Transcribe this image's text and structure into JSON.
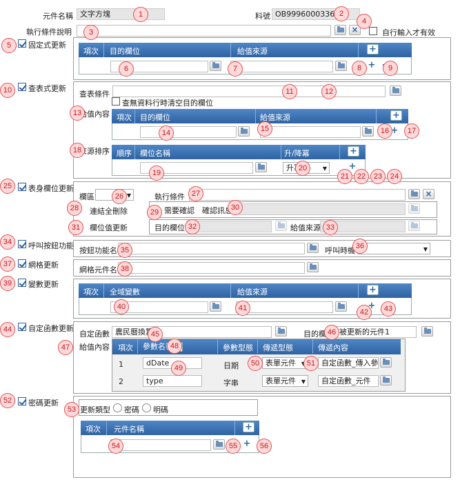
{
  "top": {
    "element_name_label": "元件名稱",
    "element_name_value": "文字方塊",
    "material_no_label": "料號",
    "material_no_value": "OB999600033685",
    "exec_cond_desc_label": "執行條件說明",
    "self_input_label": "自行輸入才有效"
  },
  "fixed_update": {
    "title": "固定式更新",
    "col_index": "項次",
    "col_target": "目的欄位",
    "col_source": "給值來源"
  },
  "lookup_update": {
    "title": "查表式更新",
    "lookup_cond_label": "查表條件",
    "clear_label": "查無資料行時清空目的欄位",
    "assign_content_label": "給值內容",
    "col_index": "項次",
    "col_target": "目的欄位",
    "col_source": "給值來源",
    "source_sort_label": "來源排序",
    "col_order": "順序",
    "col_field_name": "欄位名稱",
    "col_asc_desc": "升/降冪",
    "sort_value": "升冪"
  },
  "body_field_update": {
    "title": "表身欄位更新",
    "region_label": "欄區",
    "exec_cond_label": "執行條件",
    "link_delete_label": "連結全刪除",
    "need_confirm_label": "需要確認",
    "confirm_msg_label": "確認訊息",
    "field_value_update_label": "欄位值更新",
    "target_field_label": "目的欄位",
    "source_label": "給值來源"
  },
  "call_button": {
    "title": "呼叫按鈕功能",
    "button_func_label": "按鈕功能名",
    "call_timing_label": "呼叫時機"
  },
  "grid_update": {
    "title": "網格更新",
    "grid_element_label": "網格元件名"
  },
  "variable_update": {
    "title": "變數更新",
    "col_index": "項次",
    "col_global_var": "全域變數",
    "col_source": "給值來源"
  },
  "custom_function": {
    "title": "自定函數更新",
    "func_label": "自定函數",
    "func_value": "農民曆換算",
    "target_field_label": "目的欄位",
    "target_field_value": "被更新的元件1",
    "assign_content_label": "給值內容",
    "col_index": "項次",
    "col_param_name": "參數名稱",
    "col_param_type": "參數型態",
    "col_pass_type": "傳遞型態",
    "col_pass_content": "傳遞內容",
    "rows": [
      {
        "index": "1",
        "name": "dDate",
        "type": "日期",
        "pass_type": "表單元件",
        "content": "自定函數_傳入參數"
      },
      {
        "index": "2",
        "name": "type",
        "type": "字串",
        "pass_type": "表單元件",
        "content": "自定函數_元件"
      }
    ]
  },
  "password_update": {
    "title": "密碼更新",
    "update_type_label": "更新類型",
    "option_secret": "密碼",
    "option_plain": "明碼",
    "col_index": "項次",
    "col_element_name": "元件名稱"
  },
  "markers": [
    "1",
    "2",
    "3",
    "4",
    "5",
    "6",
    "7",
    "8",
    "9",
    "10",
    "11",
    "12",
    "13",
    "14",
    "15",
    "16",
    "17",
    "18",
    "19",
    "20",
    "21",
    "22",
    "23",
    "24",
    "25",
    "26",
    "27",
    "28",
    "29",
    "30",
    "31",
    "32",
    "33",
    "34",
    "35",
    "36",
    "37",
    "38",
    "39",
    "40",
    "41",
    "42",
    "43",
    "44",
    "45",
    "46",
    "47",
    "48",
    "49",
    "50",
    "51",
    "52",
    "53",
    "54",
    "55",
    "56"
  ],
  "colors": {
    "header_blue": "#3a70b3",
    "marker_red": "#e05050",
    "marker_fill": "#ffd9d9"
  }
}
